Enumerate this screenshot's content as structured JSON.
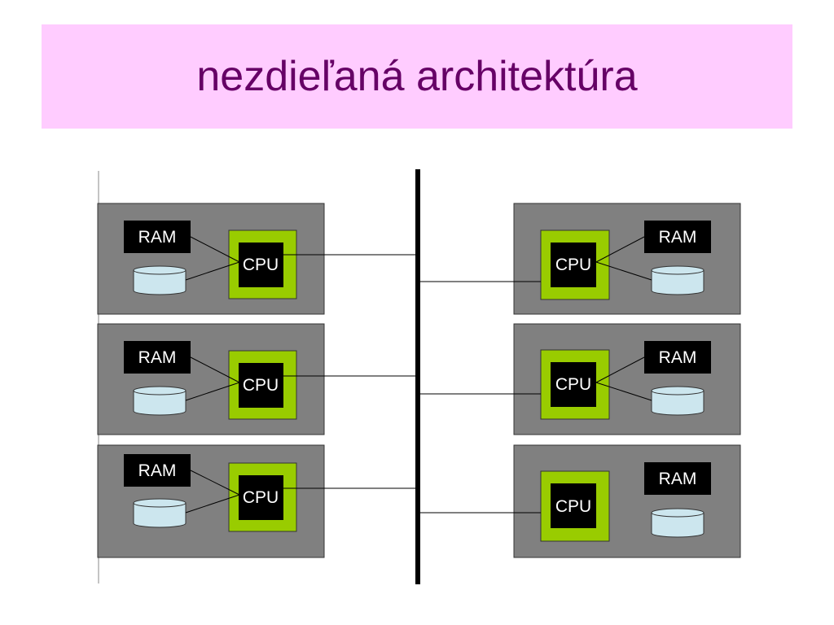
{
  "slide": {
    "title": "nezdieľaná architektúra"
  },
  "labels": {
    "ram": "RAM",
    "cpu": "CPU"
  },
  "nodes": [
    {
      "side": "left",
      "row": 1
    },
    {
      "side": "left",
      "row": 2
    },
    {
      "side": "left",
      "row": 3
    },
    {
      "side": "right",
      "row": 1
    },
    {
      "side": "right",
      "row": 2
    },
    {
      "side": "right",
      "row": 3
    }
  ],
  "colors": {
    "title_band": "#ffccff",
    "title_text": "#660066",
    "node_fill": "#808080",
    "cpu_frame": "#99cc00",
    "chip": "#000000",
    "disk": "#cce6ee",
    "bus": "#000000"
  }
}
